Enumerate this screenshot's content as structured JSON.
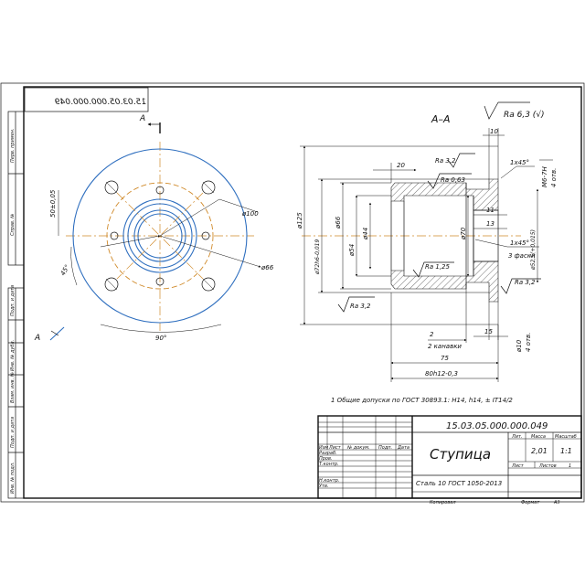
{
  "drawing_number": "15.03.05.000.000.049",
  "drawing_number_mirrored": "15.03.05.000.000.049",
  "part_name": "Ступица",
  "material": "Сталь 10 ГОСТ 1050-2013",
  "section_label": "А–А",
  "section_marker": "А",
  "surface_finish_general": "Ra 6,3 (√)",
  "roughness_marks": [
    "Ra 3,2",
    "Ra 0,63",
    "Ra 1,25",
    "Ra 3,2",
    "Ra 3,2"
  ],
  "front_view_dims": {
    "d100": "ø100",
    "d66": "ø66",
    "bolt_offset": "50±0,05",
    "angle45": "45°",
    "angle90": "90°"
  },
  "section_dims": {
    "d125": "ø125",
    "d72h6": "ø72h6-0,019",
    "d66": "ø66",
    "d54": "ø54",
    "d44": "ø44",
    "d70": "ø70",
    "d52": "ø52,5(+0,015)",
    "m6": "M6-7H",
    "m6_count": "4 отв.",
    "chamfer1": "1x45°",
    "chamfer2": "1x45°",
    "chamfer2_note": "3 фаски",
    "d10": "ø10",
    "d10_count": "4 отв.",
    "dim10": "10",
    "dim20": "20",
    "dim11": "11",
    "dim13": "13",
    "dim2": "2",
    "dim2_note": "2 канавки",
    "dim15": "15",
    "dim75": "75",
    "dim80": "80h12-0,3"
  },
  "tech_note": "1 Общие допуски по ГОСТ 30893.1: H14, h14, ± IT14/2",
  "side_stamp_labels": [
    "Перв. примен.",
    "Справ. №",
    "Подп. и дата",
    "Инв. № дубл.",
    "Взам. инв. №",
    "Подп. и дата",
    "Инв. № подл."
  ],
  "title_block": {
    "rows": [
      "Изм",
      "Лист",
      "№ докум.",
      "Подп.",
      "Дата"
    ],
    "role_labels": [
      "Разраб.",
      "Пров.",
      "Т.контр.",
      "Н.контр.",
      "Утв."
    ],
    "lit_label": "Лит.",
    "mass_label": "Масса",
    "scale_label": "Масштаб",
    "mass_value": "2,01",
    "scale_value": "1:1",
    "sheet_label": "Лист",
    "sheets_label": "Листов",
    "sheets_value": "1",
    "copied_label": "Копировал",
    "format_label": "Формат",
    "format_value": "А3"
  }
}
